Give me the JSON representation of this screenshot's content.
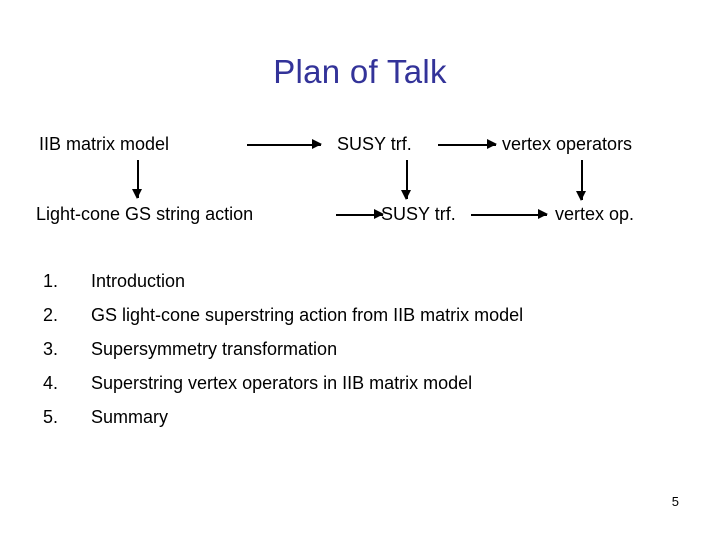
{
  "slide": {
    "title": "Plan of Talk",
    "title_color": "#333399",
    "background_color": "#ffffff",
    "page_number": "5"
  },
  "diagram": {
    "nodes": {
      "row1": {
        "source": "IIB matrix model",
        "middle": "SUSY trf.",
        "target": "vertex operators"
      },
      "row2": {
        "source": "Light-cone GS string action",
        "middle": "SUSY trf.",
        "target": "vertex op."
      }
    },
    "arrows": [
      {
        "name": "iib-to-susy",
        "direction": "right"
      },
      {
        "name": "susy-to-vertex-operators",
        "direction": "right"
      },
      {
        "name": "lightcone-to-susy",
        "direction": "right"
      },
      {
        "name": "susy-to-vertex-op",
        "direction": "right"
      },
      {
        "name": "iib-to-lightcone",
        "direction": "down"
      },
      {
        "name": "susy1-to-susy2",
        "direction": "down"
      },
      {
        "name": "vertex-operators-to-vertex-op",
        "direction": "down"
      }
    ]
  },
  "agenda": {
    "items": [
      {
        "number": "1.",
        "label": "Introduction"
      },
      {
        "number": "2.",
        "label": "GS light-cone superstring action from IIB matrix model"
      },
      {
        "number": "3.",
        "label": "Supersymmetry transformation"
      },
      {
        "number": "4.",
        "label": "Superstring vertex operators in IIB matrix model"
      },
      {
        "number": "5.",
        "label": "Summary"
      }
    ]
  }
}
